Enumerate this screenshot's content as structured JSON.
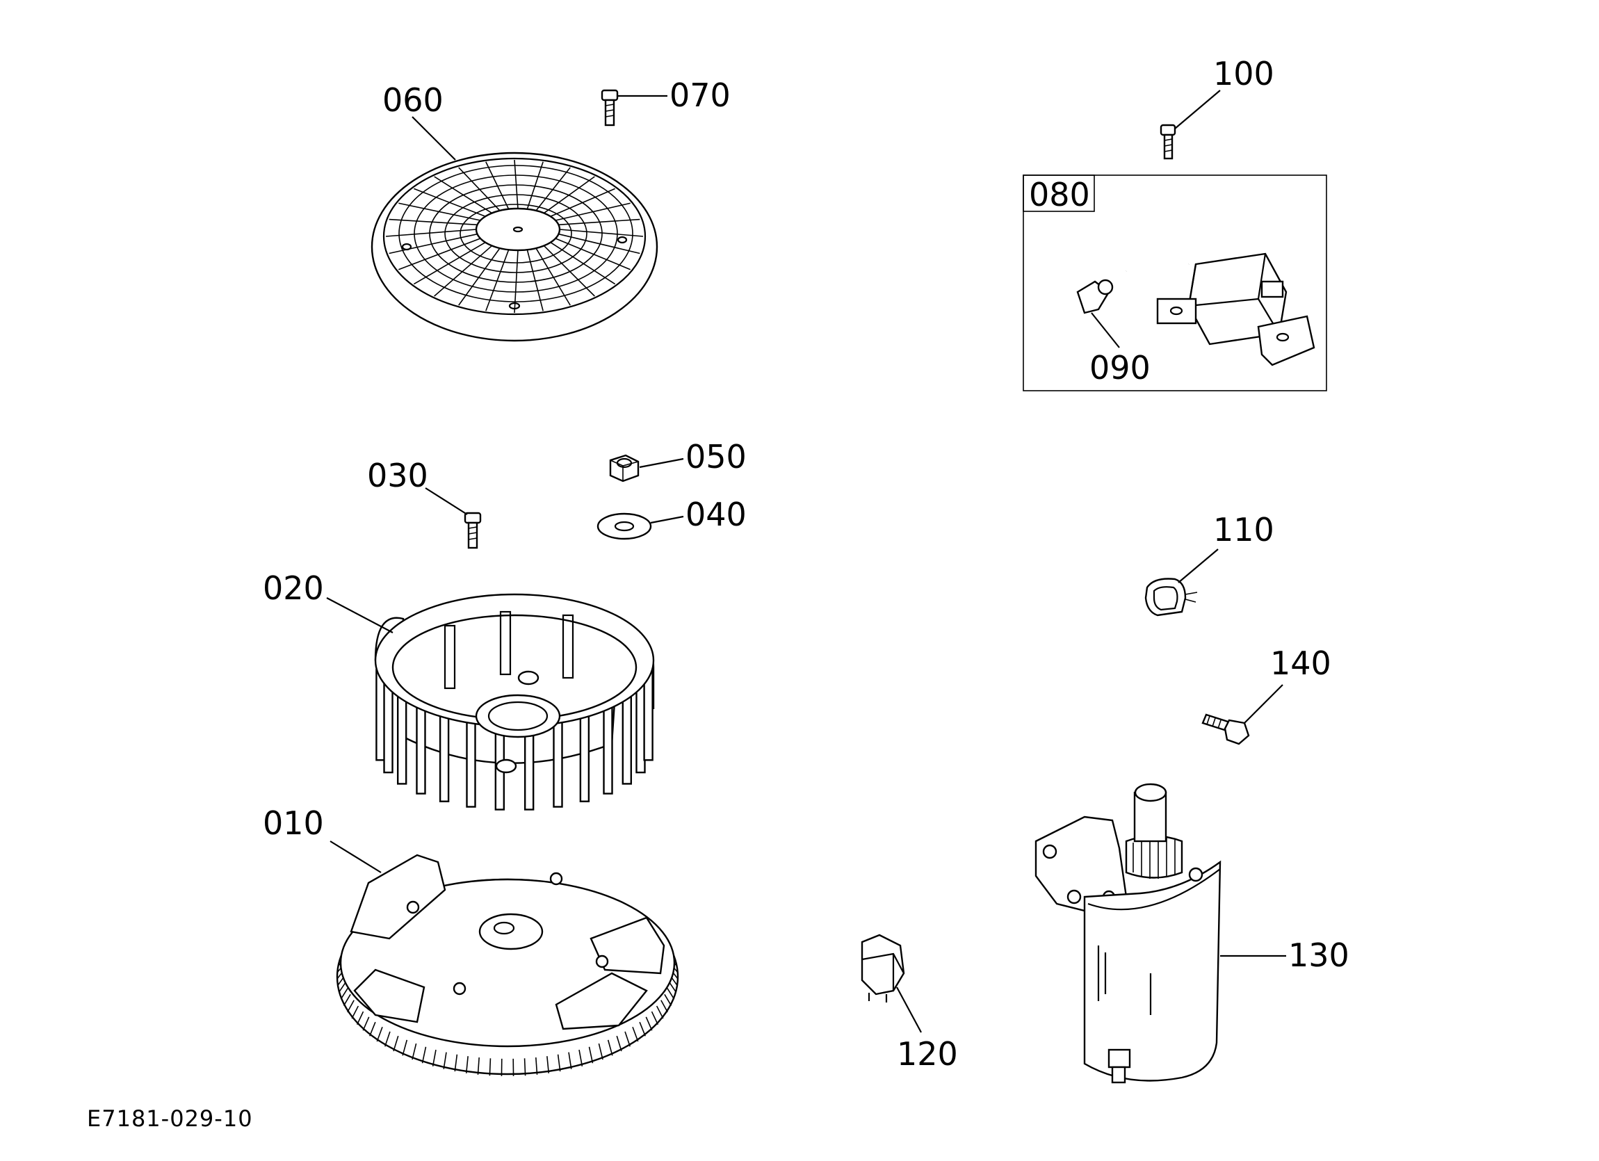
{
  "diagram_code": "E7181-029-10",
  "callouts": {
    "p010": "010",
    "p020": "020",
    "p030": "030",
    "p040": "040",
    "p050": "050",
    "p060": "060",
    "p070": "070",
    "p080": "080",
    "p090": "090",
    "p100": "100",
    "p110": "110",
    "p120": "120",
    "p130": "130",
    "p140": "140"
  }
}
